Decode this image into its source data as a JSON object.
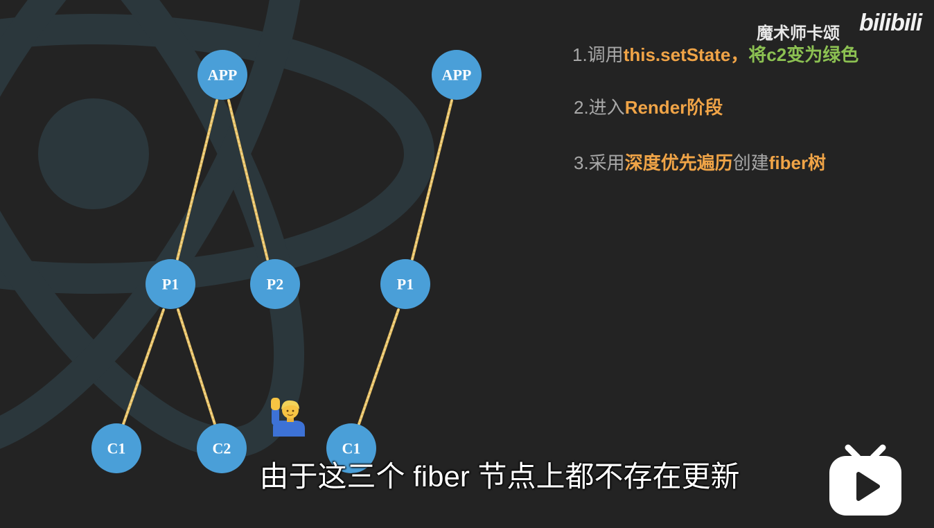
{
  "watermark": {
    "author": "魔术师卡颂",
    "logo": "bilibili"
  },
  "tree_left": {
    "app": "APP",
    "p1": "P1",
    "p2": "P2",
    "c1": "C1",
    "c2": "C2"
  },
  "tree_right": {
    "app": "APP",
    "p1": "P1",
    "c1": "C1"
  },
  "steps": [
    [
      "1.调用",
      "this.setState，",
      "将c2变为绿色"
    ],
    [
      "2.进入",
      "Render阶段"
    ],
    [
      "3.采用",
      "深度优先遍历",
      "创建",
      "fiber树"
    ]
  ],
  "subtitle": "由于这三个 fiber 节点上都不存在更新",
  "icons": {
    "background": "react-logo-icon",
    "emoji": "person-raising-hand-icon",
    "player": "bilibili-tv-icon"
  },
  "colors": {
    "background": "#232323",
    "logo": "#2b373c",
    "node": "#4a9fd8",
    "edge": "#e3bd62",
    "orange": "#f0a447",
    "green": "#8cc152",
    "gray": "#a8a8a8"
  }
}
